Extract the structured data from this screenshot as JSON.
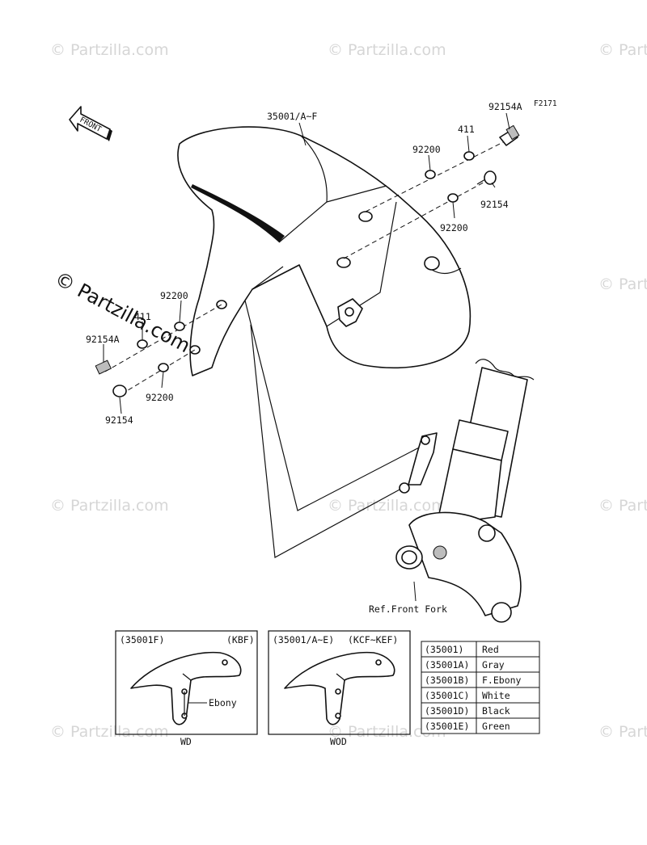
{
  "watermark": "© Partzilla.com",
  "figure_code": "F2171",
  "front_arrow_label": "FRONT",
  "callouts": {
    "fender": "35001/A~F",
    "bolt_a_right": "92154A",
    "washer_411_right": "411",
    "washer_92200_right_upper": "92200",
    "bolt_right": "92154",
    "washer_92200_right_lower": "92200",
    "washer_92200_left_upper": "92200",
    "washer_411_left": "411",
    "bolt_a_left": "92154A",
    "washer_92200_left_lower": "92200",
    "bolt_left": "92154",
    "ref_front_fork": "Ref.Front Fork"
  },
  "inset_wd": {
    "part_label": "(35001F)",
    "model_label": "(KBF)",
    "color_callout": "Ebony",
    "caption": "WD"
  },
  "inset_wod": {
    "part_label": "(35001/A~E)",
    "model_label": "(KCF~KEF)",
    "caption": "WOD"
  },
  "color_table": [
    {
      "code": "(35001)",
      "color": "Red"
    },
    {
      "code": "(35001A)",
      "color": "Gray"
    },
    {
      "code": "(35001B)",
      "color": "F.Ebony"
    },
    {
      "code": "(35001C)",
      "color": "White"
    },
    {
      "code": "(35001D)",
      "color": "Black"
    },
    {
      "code": "(35001E)",
      "color": "Green"
    }
  ]
}
